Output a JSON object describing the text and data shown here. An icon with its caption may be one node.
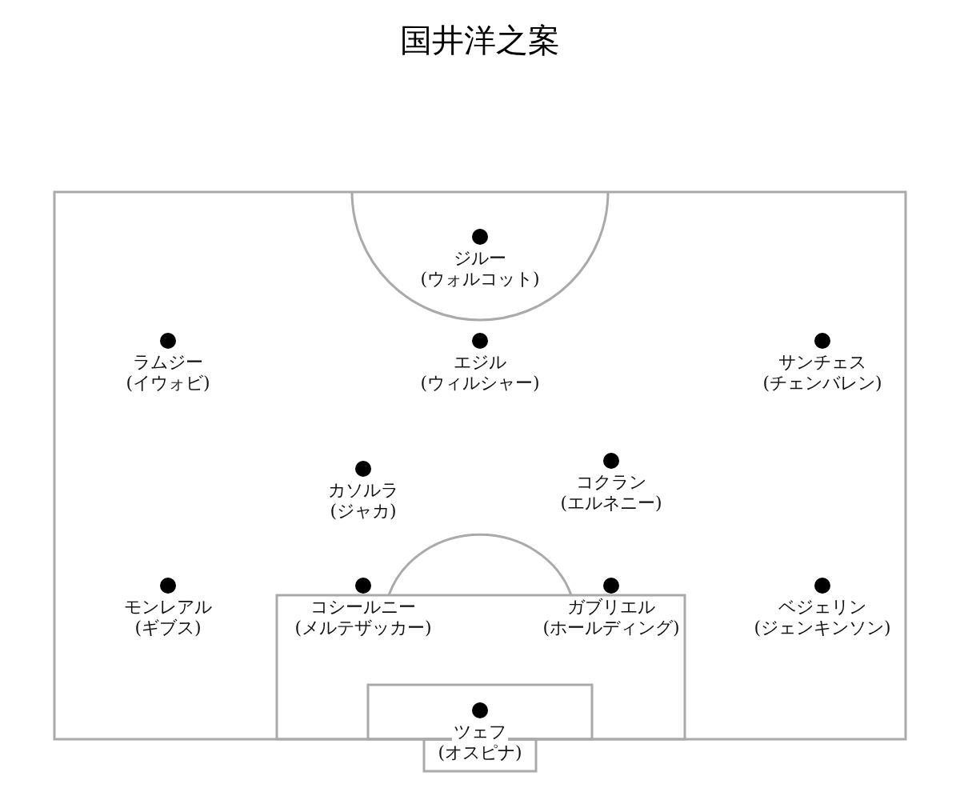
{
  "diagram": {
    "title": "国井洋之案",
    "labels": [
      "ジルー",
      "(ウォルコット)",
      "ラムジー",
      "(イウォビ)",
      "エジル",
      "(ウィルシャー)",
      "サンチェス",
      "(チェンバレン)",
      "カソルラ",
      "(ジャカ)",
      "コクラン",
      "(エルネニー)",
      "モンレアル",
      "(ギブス)",
      "コシールニー",
      "(メルテザッカー)",
      "ガブリエル",
      "(ホールディング)",
      "ベジェリン",
      "(ジェンキンソン)",
      "ツェフ",
      "(オスピナ)"
    ]
  }
}
